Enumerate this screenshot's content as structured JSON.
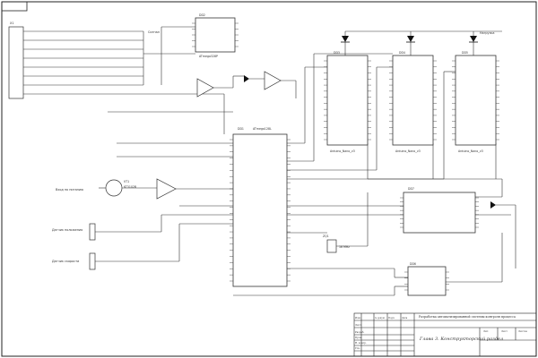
{
  "diagram": {
    "kind": "electrical schematic",
    "colors": {
      "line": "#333333",
      "paper": "#ffffff",
      "frame": "#222222"
    },
    "components": {
      "mcu_main": {
        "ref": "DD1",
        "part": "ATmega128L"
      },
      "driver_1": {
        "ref": "DD3",
        "part": "Arduino_Nano_v3"
      },
      "driver_2": {
        "ref": "DD4",
        "part": "Arduino_Nano_v3"
      },
      "driver_3": {
        "ref": "DD5",
        "part": "Arduino_Nano_v3"
      },
      "clock_ic": {
        "ref": "DD2",
        "part": "ATmega328P"
      },
      "bottom_ic": {
        "ref": "DD6"
      },
      "right_ic": {
        "ref": "DD7"
      },
      "left_connector": {
        "ref": "X1"
      },
      "transistor": {
        "ref": "VT1",
        "part": "KT3102B"
      },
      "crystal": {
        "ref": "ZQ1",
        "part": "16 MHz"
      }
    },
    "labels": {
      "power_input": "Вход по питанию",
      "sensor_position": "Датчик положения",
      "sensor_speed": "Датчик скорости",
      "signal_line": "Сигнал",
      "load": "Нагрузка"
    },
    "title_block": {
      "chapter": "Глава 3. Конструкторский раздел",
      "description": "Разработка автоматизированной системы контроля процесса",
      "rows": [
        "Изм.",
        "Лист",
        "Разраб.",
        "Пров.",
        "Н. контр.",
        "Утв."
      ],
      "signature_cols": [
        "№ докум.",
        "Подп.",
        "Дата"
      ],
      "right_cols": [
        "Лит.",
        "Лист",
        "Листов"
      ]
    }
  }
}
